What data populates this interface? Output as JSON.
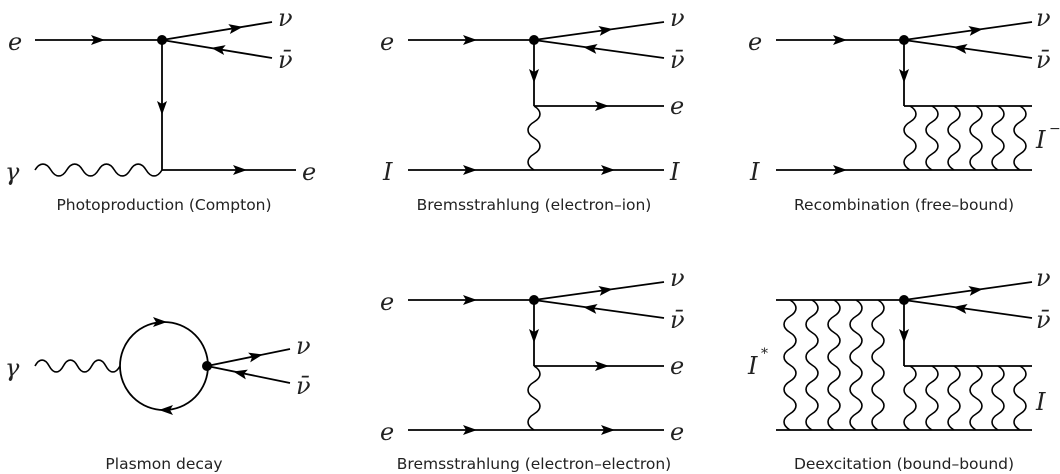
{
  "diagrams": [
    {
      "caption": "Photoproduction (Compton)",
      "labels": {
        "e_in": "e",
        "nu": "ν",
        "nubar": "ν̄",
        "gamma": "γ",
        "e_out": "e"
      }
    },
    {
      "caption": "Bremsstrahlung (electron–ion)",
      "labels": {
        "e_in": "e",
        "nu": "ν",
        "nubar": "ν̄",
        "e_out": "e",
        "I_in": "I",
        "I_out": "I"
      }
    },
    {
      "caption": "Recombination (free–bound)",
      "labels": {
        "e_in": "e",
        "nu": "ν",
        "nubar": "ν̄",
        "I_in": "I",
        "ion": "I",
        "ion_sup": "−"
      }
    },
    {
      "caption": "Plasmon decay",
      "labels": {
        "gamma": "γ",
        "nu": "ν",
        "nubar": "ν̄"
      }
    },
    {
      "caption": "Bremsstrahlung (electron–electron)",
      "labels": {
        "e_in": "e",
        "nu": "ν",
        "nubar": "ν̄",
        "e_out": "e",
        "e2_in": "e",
        "e2_out": "e"
      }
    },
    {
      "caption": "Deexcitation (bound–bound)",
      "labels": {
        "ion_excited": "I",
        "ion_excited_sup": "*",
        "nu": "ν",
        "nubar": "ν̄",
        "I_out": "I"
      }
    }
  ]
}
